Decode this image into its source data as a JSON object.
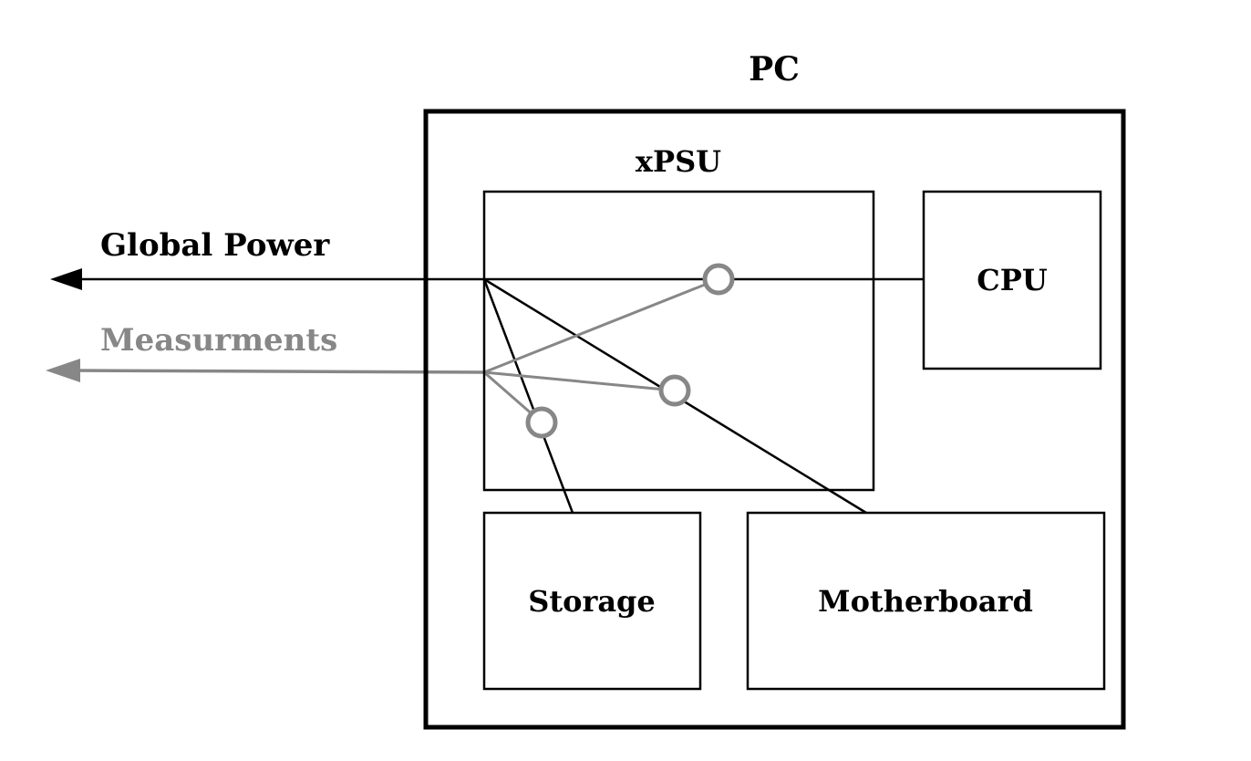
{
  "diagram": {
    "title": "PC",
    "labels": {
      "psu": "xPSU",
      "cpu": "CPU",
      "storage": "Storage",
      "motherboard": "Motherboard",
      "global_power": "Global Power",
      "measurements": "Measurments"
    },
    "colors": {
      "line_black": "#000000",
      "measurement_gray": "#878787",
      "sensor_fill": "#ffffff",
      "background": "#ffffff"
    },
    "sensors": [
      {
        "id": "cpu-power-sensor"
      },
      {
        "id": "motherboard-power-sensor"
      },
      {
        "id": "storage-power-sensor"
      }
    ]
  }
}
